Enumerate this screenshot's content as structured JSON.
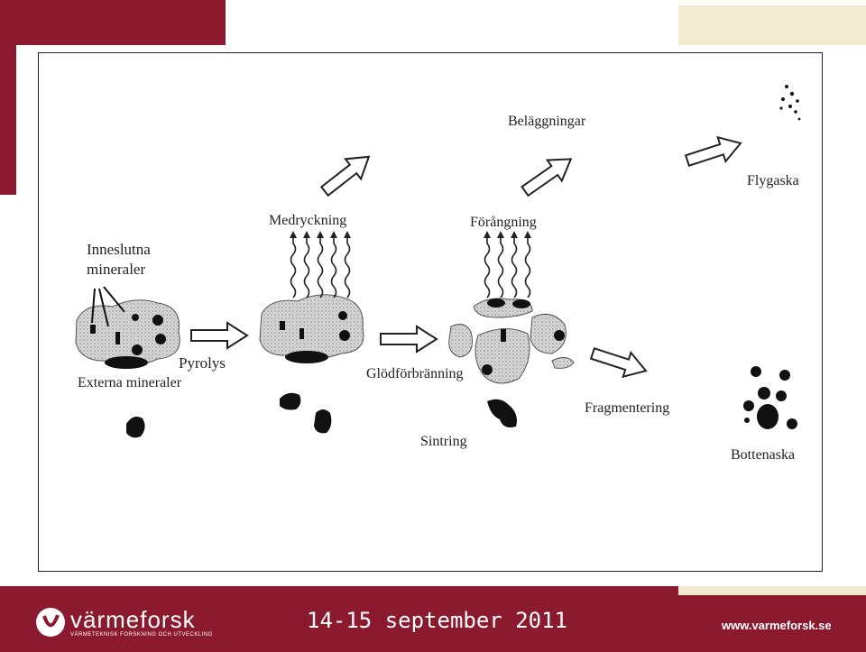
{
  "labels": {
    "inneslutna": "Inneslutna",
    "mineraler": "mineraler",
    "externa": "Externa mineraler",
    "pyrolys": "Pyrolys",
    "medryckning": "Medryckning",
    "glod": "Glödförbränning",
    "forangning": "Förångning",
    "belaggningar": "Beläggningar",
    "sintring": "Sintring",
    "fragmentering": "Fragmentering",
    "flygaska": "Flygaska",
    "bottenaska": "Bottenaska"
  },
  "footer": {
    "logo": "värmeforsk",
    "logo_sub": "VÄRMETEKNISK FORSKNING OCH UTVECKLING",
    "date": "14-15 september 2011",
    "url": "www.varmeforsk.se"
  },
  "colors": {
    "maroon": "#8b1a2e",
    "cream": "#f3ead2"
  },
  "icons": [
    "logo-icon",
    "arrow-icon",
    "squiggle-icon"
  ]
}
